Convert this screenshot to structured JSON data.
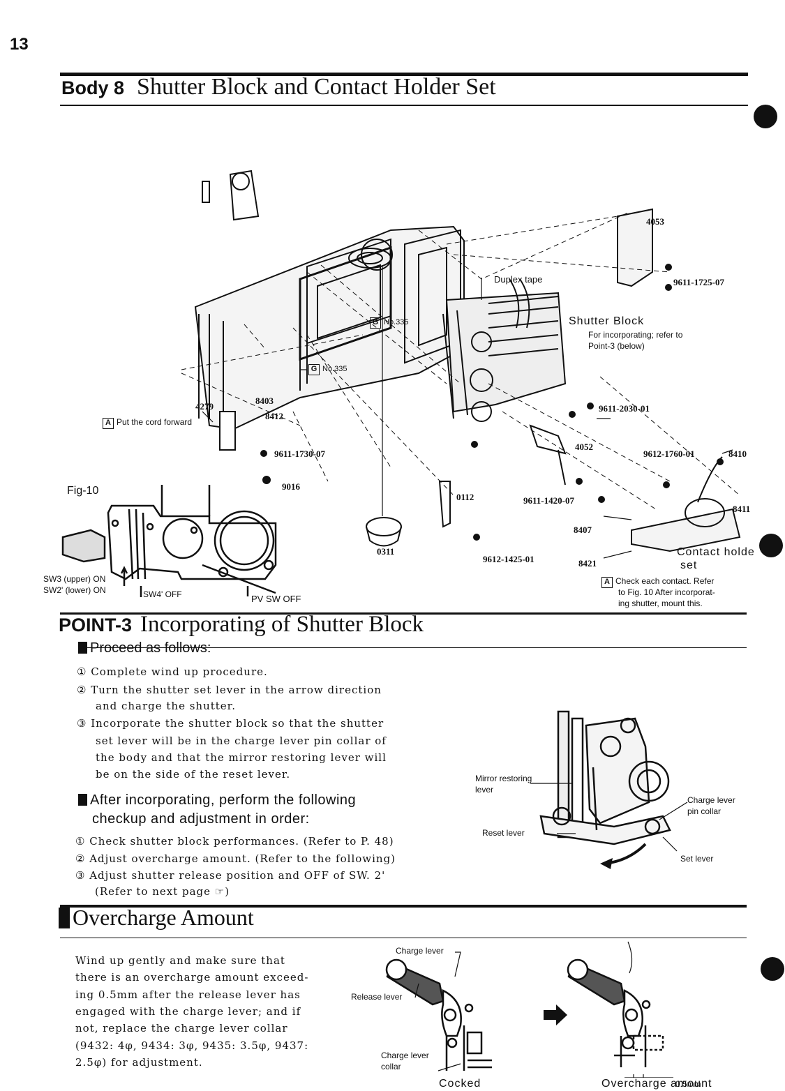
{
  "page_number": "13",
  "header": {
    "prefix": "Body 8",
    "title": "Shutter Block and Contact Holder Set"
  },
  "diagram": {
    "labels": {
      "p4053": "4053",
      "p9611_1725": "9611-1725-07",
      "duplex": "Duplex tape",
      "shutter_block": "Shutter Block",
      "shutter_note1": "For incorporating; refer to",
      "shutter_note2": "Point-3 (below)",
      "g_box": "G",
      "g_no1": "No.335",
      "g_no2": "No.335",
      "p9611_2030": "9611-2030-01",
      "p4279": "4279",
      "p8403": "8403",
      "p8412": "8412",
      "a_box": "A",
      "put_cord": "Put the cord forward",
      "p9611_1730": "9611-1730-07",
      "p9016": "9016",
      "p4052": "4052",
      "p9612_1760": "9612-1760-01",
      "p8410": "8410",
      "p8411": "8411",
      "p0112": "0112",
      "p9611_1420": "9611-1420-07",
      "p8407": "8407",
      "p0311": "0311",
      "p9612_1425": "9612-1425-01",
      "p8421": "8421",
      "contact_holder1": "Contact holde",
      "contact_holder2": "set",
      "check1": "Check each contact. Refer",
      "check2": "to Fig. 10 After incorporat-",
      "check3": "ing shutter, mount this.",
      "fig10": "Fig-10",
      "sw3": "SW3 (upper) ON",
      "sw2": "SW2' (lower) ON",
      "sw4": "SW4' OFF",
      "pvsw": "PV SW OFF"
    }
  },
  "point3": {
    "prefix": "POINT-3",
    "title": "Incorporating of Shutter Block",
    "proceed_heading": "Proceed as follows:",
    "steps": [
      "① Complete wind up procedure.",
      "② Turn the shutter set lever in the arrow direction",
      "and charge the shutter.",
      "③ Incorporate the shutter block so that the shutter",
      "set lever will be in the charge lever pin collar of",
      "the body and that the mirror restoring lever will",
      "be on the side of the reset lever."
    ],
    "after_heading_1": "After incorporating, perform the following",
    "after_heading_2": "checkup and adjustment in order:",
    "after_steps": [
      "① Check shutter block performances. (Refer to P. 48)",
      "② Adjust overcharge amount. (Refer to the following)",
      "③ Adjust shutter release position and OFF of SW. 2'",
      "(Refer to next page ☞)"
    ],
    "fig_labels": {
      "mirror1": "Mirror restoring",
      "mirror2": "lever",
      "reset": "Reset lever",
      "charge1": "Charge lever",
      "charge2": "pin collar",
      "set": "Set lever"
    }
  },
  "overcharge": {
    "title": "Overcharge Amount",
    "text": [
      "Wind up gently and make sure that",
      "there is an overcharge amount exceed-",
      "ing 0.5mm after the release lever has",
      "engaged with the charge lever; and if",
      "not, replace the charge lever collar",
      "(9432: 4φ, 9434: 3φ, 9435: 3.5φ, 9437:",
      "2.5φ) for adjustment."
    ],
    "labels": {
      "charge_lever": "Charge lever",
      "release_lever": "Release lever",
      "collar1": "Charge lever",
      "collar2": "collar",
      "cocked": "Cocked",
      "overcharge_amount": "Overcharge amount",
      "mm": "0.5mm"
    }
  }
}
